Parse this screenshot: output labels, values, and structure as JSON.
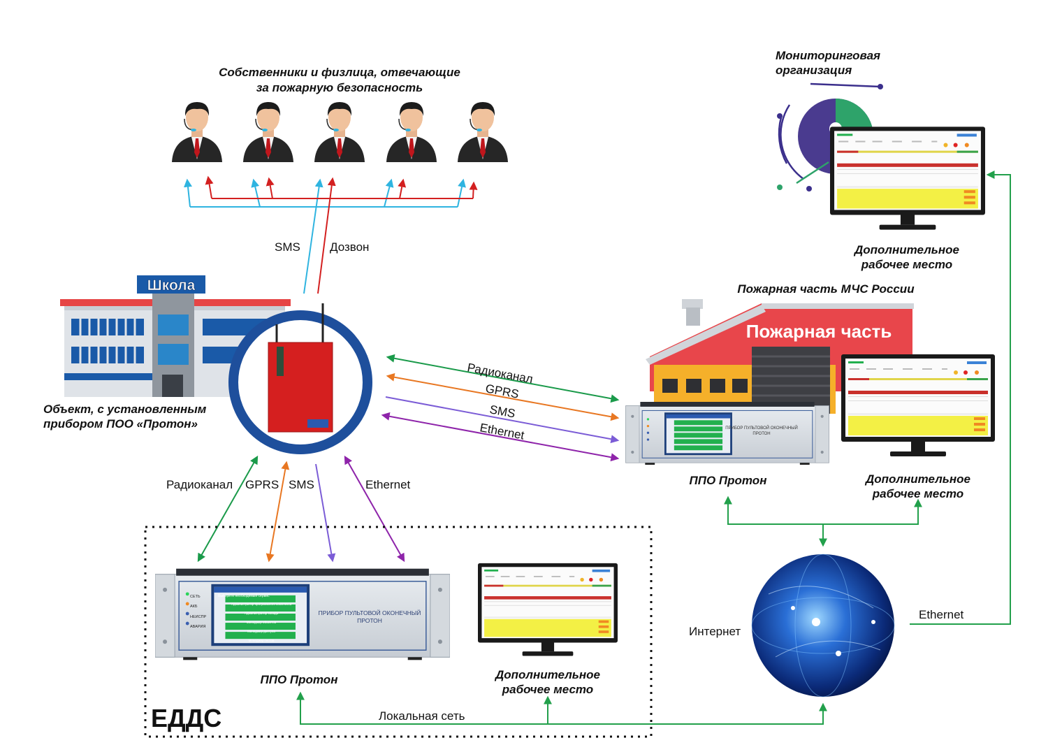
{
  "owners": {
    "title_line1": "Собственники и физлица, отвечающие",
    "title_line2": "за пожарную безопасность",
    "count": 5
  },
  "school": {
    "sign": "Школа",
    "caption_line1": "Объект, с установленным",
    "caption_line2": "прибором ПОО «Протон»"
  },
  "upper_links": {
    "sms": "SMS",
    "call": "Дозвон"
  },
  "fire_station": {
    "header": "Пожарная часть МЧС России",
    "sign": "Пожарная часть",
    "device_caption": "ППО Протон",
    "workplace_line1": "Дополнительное",
    "workplace_line2": "рабочее место"
  },
  "right_links": [
    "Радиоканал",
    "GPRS",
    "SMS",
    "Ethernet"
  ],
  "down_links": {
    "radio": "Радиоканал",
    "gprs": "GPRS",
    "sms": "SMS",
    "ethernet": "Ethernet"
  },
  "monitoring": {
    "title_line1": "Мониторинговая",
    "title_line2": "организация",
    "workplace_line1": "Дополнительное",
    "workplace_line2": "рабочее место"
  },
  "edds": {
    "label": "ЕДДС",
    "device_caption": "ППО Протон",
    "workplace_line1": "Дополнительное",
    "workplace_line2": "рабочее место",
    "lan": "Локальная сеть"
  },
  "internet": {
    "label": "Интернет",
    "ethernet": "Ethernet"
  },
  "device_panel": {
    "title_line1": "ПРИБОР ПУЛЬТОВОЙ ОКОНЕЧНЫЙ",
    "title_line2": "ПРОТОН",
    "leds": [
      "СЕТЬ",
      "АКБ",
      "НЕИСПР",
      "АВАРИЯ"
    ],
    "screen_header": "Выберите необходимый сервис",
    "menu": [
      "Администратор программного комплекса",
      "Администратор склада",
      "Менеджер объектов",
      "Менеджер доступа",
      "Менеджер тестов"
    ]
  },
  "colors": {
    "radio": "#1a9a4a",
    "gprs": "#e87722",
    "sms": "#7b5cd6",
    "ethernet": "#8e24aa",
    "sms_light": "#2fb4e0",
    "call": "#d32020",
    "ring": "#1e4f9c",
    "network": "#22a04b"
  }
}
